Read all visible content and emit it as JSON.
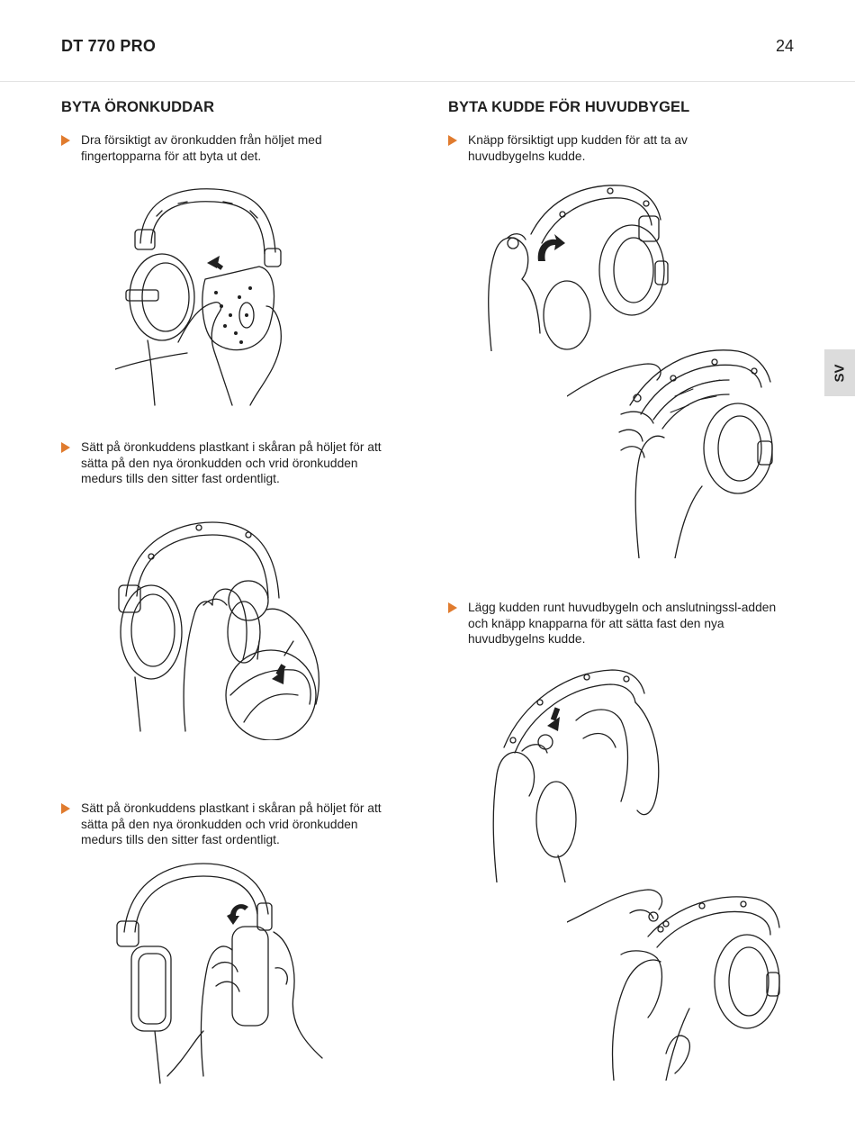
{
  "header": {
    "title": "DT 770 PRO",
    "page_number": "24"
  },
  "language_tab": "SV",
  "left_column": {
    "heading": "BYTA ÖRONKUDDAR",
    "steps": [
      {
        "text": "Dra försiktigt av öronkudden från höljet med fingertopparna för att byta ut det."
      },
      {
        "text": "Sätt på öronkuddens plastkant i skåran på höljet för att sätta på den nya öronkudden och vrid öronkudden medurs tills den sitter fast ordentligt."
      },
      {
        "text": "Sätt på öronkuddens plastkant i skåran på höljet för att sätta på den nya öronkudden och vrid öronkudden medurs tills den sitter fast ordentligt."
      }
    ]
  },
  "right_column": {
    "heading": "BYTA KUDDE FÖR HUVUDBYGEL",
    "steps": [
      {
        "text": "Knäpp försiktigt upp kudden för att ta av huvudbygelns kudde."
      },
      {
        "text": "Lägg kudden runt huvudbygeln och anslutningssl-adden och knäpp knapparna för att sätta fast den nya huvudbygelns kudde."
      }
    ]
  },
  "illustrations": {
    "stroke_color": "#1f1f1f",
    "accent_color": "#e07b2e",
    "items": [
      {
        "name": "remove-earpad-illustration"
      },
      {
        "name": "insert-earpad-illustration"
      },
      {
        "name": "rotate-earpad-illustration"
      },
      {
        "name": "unsnap-headband-illustration"
      },
      {
        "name": "headband-removed-illustration"
      },
      {
        "name": "place-headband-cushion-illustration"
      },
      {
        "name": "snap-headband-buttons-illustration"
      }
    ]
  }
}
